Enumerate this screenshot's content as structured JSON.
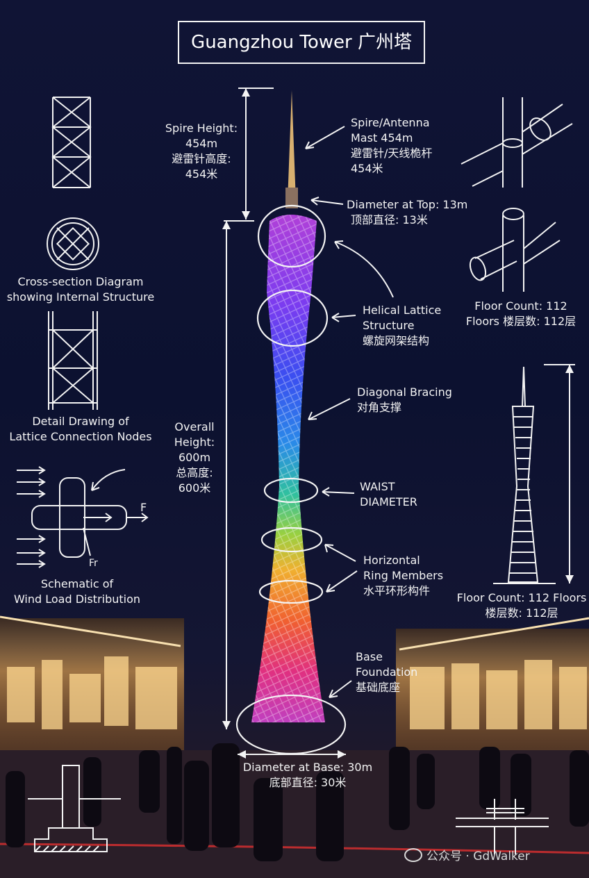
{
  "title": "Guangzhou Tower 广州塔",
  "labels": {
    "spire_height": [
      "Spire Height:",
      "454m",
      "避雷针高度:",
      "454米"
    ],
    "spire_mast": [
      "Spire/Antenna",
      "Mast 454m",
      "避雷针/天线桅杆",
      "454米"
    ],
    "diameter_top": [
      "Diameter at Top: 13m",
      "顶部直径: 13米"
    ],
    "helical": [
      "Helical Lattice",
      "Structure",
      "螺旋网架结构"
    ],
    "diagonal": [
      "Diagonal Bracing",
      "对角支撑"
    ],
    "waist": [
      "WAIST",
      "DIAMETER"
    ],
    "horizontal_rings": [
      "Horizontal",
      "Ring Members",
      "水平环形构件"
    ],
    "base_foundation": [
      "Base",
      "Foundation",
      "基础底座"
    ],
    "diameter_base": [
      "Diameter at Base: 30m",
      "底部直径: 30米"
    ],
    "overall_height": [
      "Overall",
      "Height:",
      "600m",
      "总高度:",
      "600米"
    ],
    "cross_section": [
      "Cross-section Diagram",
      "showing Internal Structure"
    ],
    "detail_nodes": [
      "Detail Drawing of",
      "Lattice Connection Nodes"
    ],
    "wind_load": [
      "Schematic of",
      "Wind Load Distribution"
    ],
    "floor_count_1": [
      "Floor Count:  112",
      "Floors 楼层数: 112层"
    ],
    "floor_count_2": [
      "Floor Count: 112 Floors",
      "楼层数: 112层"
    ],
    "force_f": "F",
    "force_fr": "Fr"
  },
  "watermark": "公众号 · GdWalker",
  "icons": [
    "truss-icon",
    "cross-section-icon",
    "lattice-node-icon",
    "wind-load-icon",
    "pipe-joint-icon",
    "tee-joint-icon",
    "tower-elevation-icon",
    "foundation-icon",
    "base-plate-icon",
    "wechat-icon"
  ],
  "colors": {
    "line": "#f4f4f4",
    "sky": "#0c1130"
  }
}
